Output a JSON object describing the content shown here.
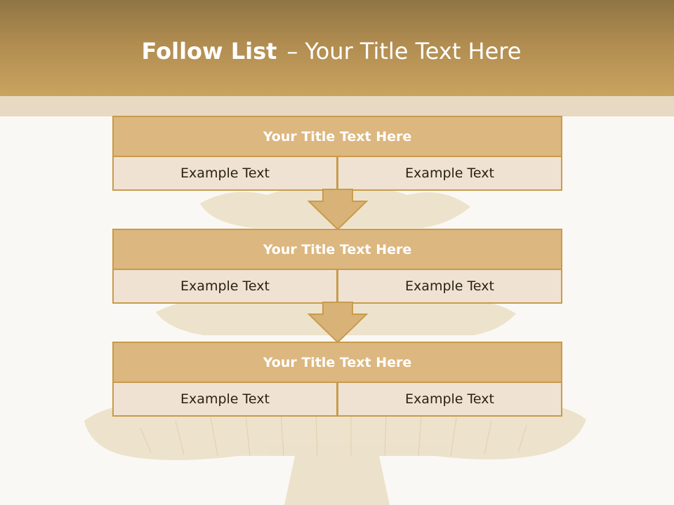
{
  "header": {
    "title_bold": "Follow List",
    "title_dash": "–",
    "title_rest": "Your Title Text Here"
  },
  "blocks": [
    {
      "title": "Your Title Text Here",
      "left": "Example Text",
      "right": "Example Text"
    },
    {
      "title": "Your Title Text Here",
      "left": "Example Text",
      "right": "Example Text"
    },
    {
      "title": "Your Title Text Here",
      "left": "Example Text",
      "right": "Example Text"
    }
  ],
  "colors": {
    "header_top": "#8f7544",
    "header_bottom": "#c9a35f",
    "band": "#e8d9c2",
    "title_fill": "#dcb77f",
    "cell_fill": "#efe2d2",
    "border": "#c89b4c",
    "arrow": "#d9b277"
  },
  "icons": {
    "background": "christmas-tree-ornament",
    "connector": "arrow-down"
  }
}
